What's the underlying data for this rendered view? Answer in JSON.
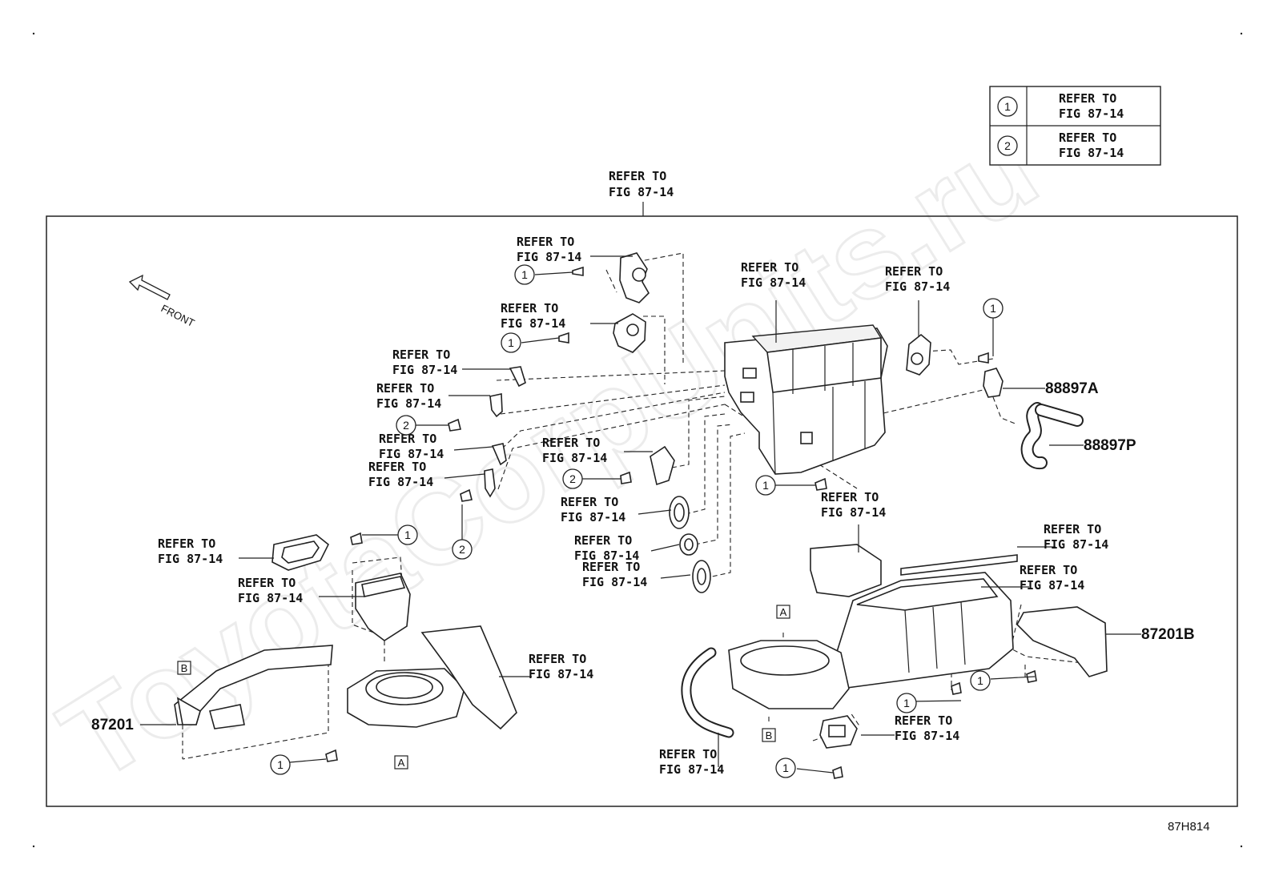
{
  "watermark": "ToyotaCorpUnits.ru",
  "legend": {
    "rows": [
      {
        "symbol": "1",
        "text_line1": "REFER TO",
        "text_line2": "FIG 87-14"
      },
      {
        "symbol": "2",
        "text_line1": "REFER TO",
        "text_line2": "FIG 87-14"
      }
    ]
  },
  "top_reference": {
    "line1": "REFER TO",
    "line2": "FIG 87-14"
  },
  "front_label": "FRONT",
  "ref_text": {
    "line1": "REFER TO",
    "line2": "FIG 87-14"
  },
  "part_numbers": [
    "88897A",
    "88897P",
    "87201B",
    "87201"
  ],
  "callout_symbols": [
    "1",
    "2"
  ],
  "section_markers": [
    "A",
    "B"
  ],
  "figure_code": "87H814"
}
